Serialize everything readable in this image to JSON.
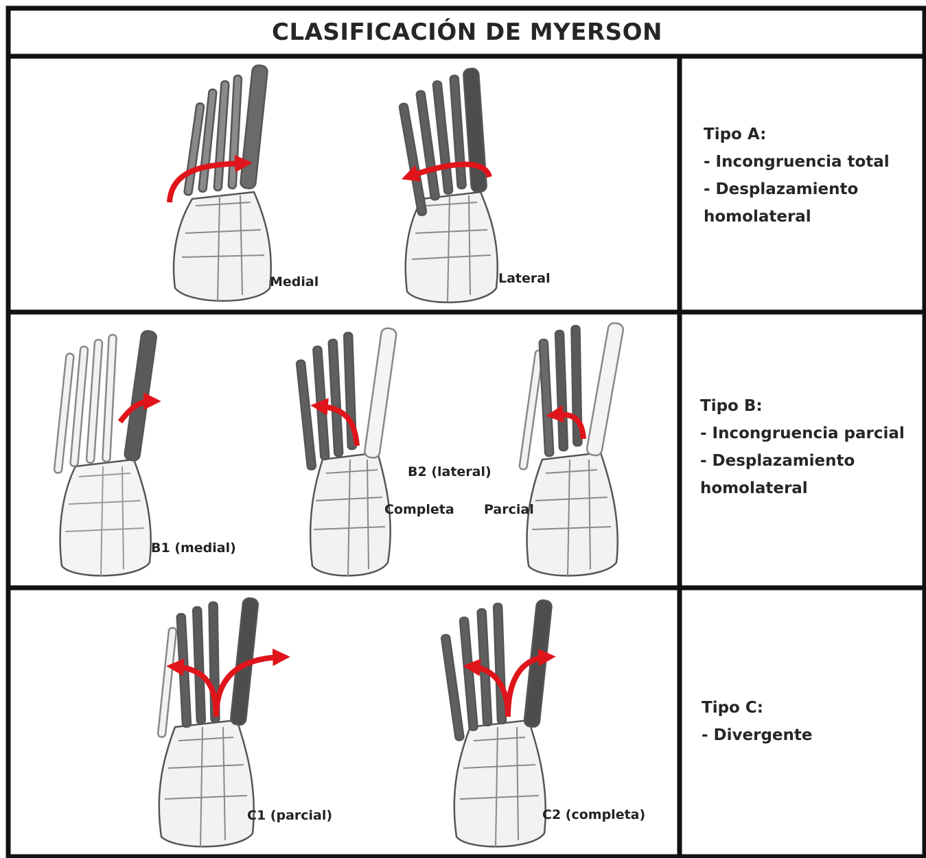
{
  "title": "CLASIFICACIÓN DE MYERSON",
  "rows": [
    {
      "id": "A",
      "description": [
        "Tipo A:",
        "- Incongruencia total",
        "- Desplazamiento",
        "homolateral"
      ],
      "labels": [
        "Medial",
        "Lateral"
      ]
    },
    {
      "id": "B",
      "description": [
        "Tipo B:",
        "- Incongruencia parcial",
        "- Desplazamiento",
        "homolateral"
      ],
      "labels": [
        "B1 (medial)",
        "B2 (lateral)",
        "Completa",
        "Parcial"
      ]
    },
    {
      "id": "C",
      "description": [
        "Tipo C:",
        "- Divergente"
      ],
      "labels": [
        "C1 (parcial)",
        "C2 (completa)"
      ]
    }
  ],
  "colors": {
    "arrow": "#e0141b",
    "border": "#111111",
    "bone_light": "#f2f2f2",
    "bone_dark": "#5d5d5d"
  }
}
